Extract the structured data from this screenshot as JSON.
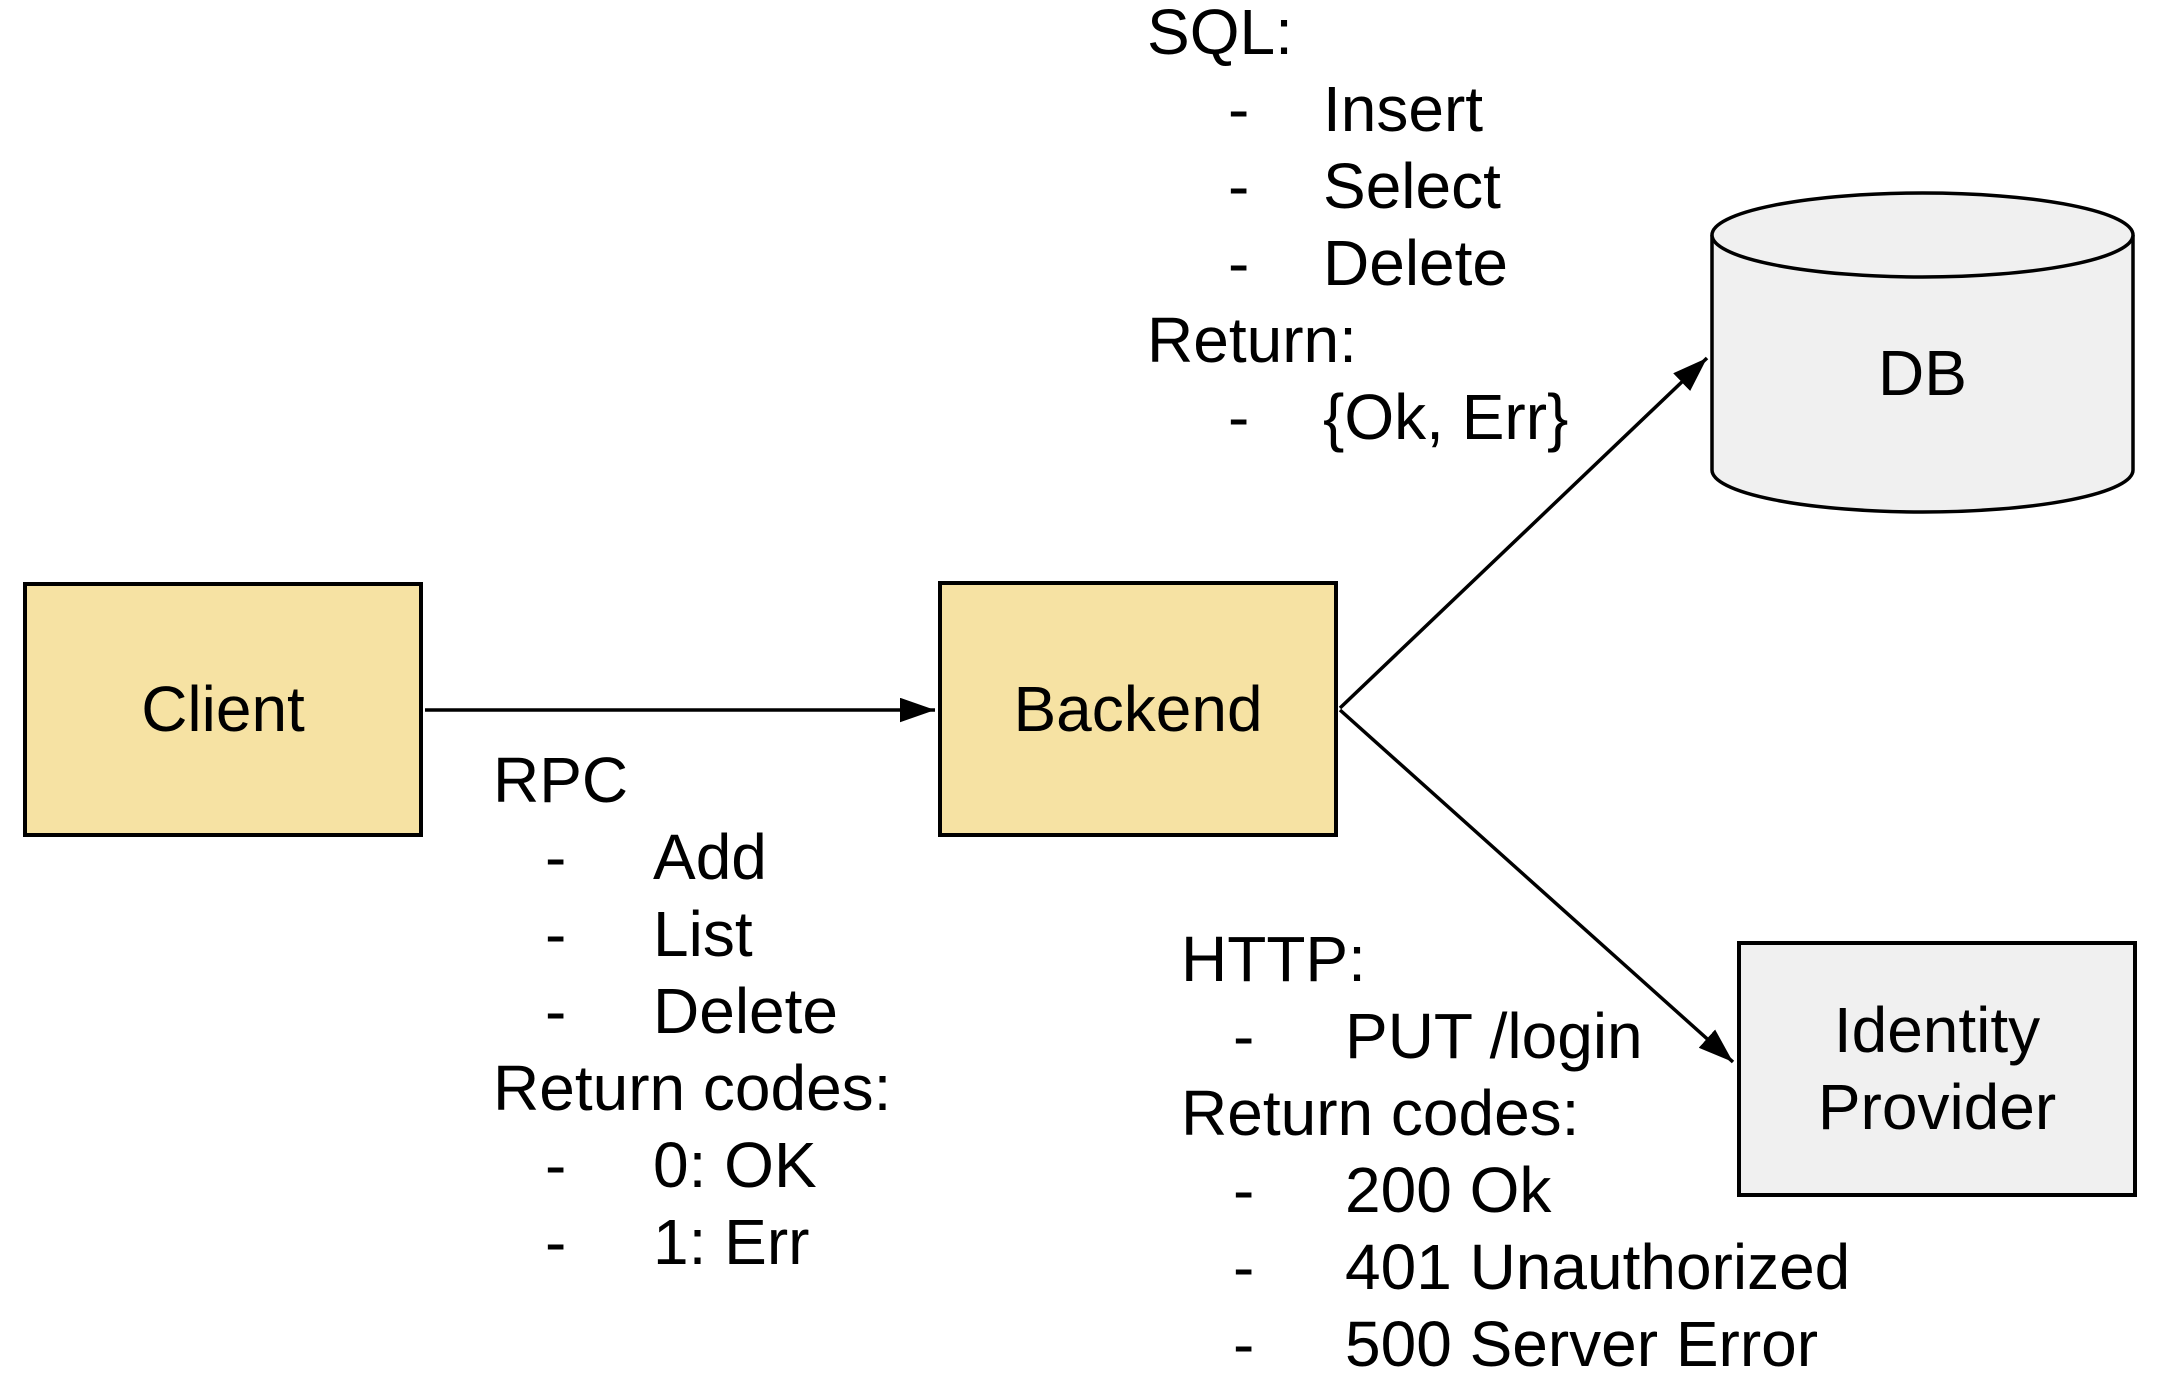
{
  "bullet": "-",
  "nodes": {
    "client": {
      "label": "Client"
    },
    "backend": {
      "label": "Backend"
    },
    "db": {
      "label": "DB"
    },
    "identity_provider": {
      "label": "Identity Provider"
    }
  },
  "notes": {
    "rpc": {
      "heading": "RPC",
      "items_1": [
        "Add",
        "List",
        "Delete"
      ],
      "subheading": "Return codes:",
      "items_2": [
        "0: OK",
        "1: Err"
      ]
    },
    "sql": {
      "heading": "SQL:",
      "items_1": [
        "Insert",
        "Select",
        "Delete"
      ],
      "subheading": "Return:",
      "items_2": [
        "{Ok, Err}"
      ]
    },
    "http": {
      "heading": "HTTP:",
      "items_1": [
        "PUT /login"
      ],
      "subheading": "Return codes:",
      "items_2": [
        "200 Ok",
        "401 Unauthorized",
        "500 Server Error"
      ]
    }
  },
  "edges": {
    "client_to_backend": "Client to Backend",
    "backend_to_db": "Backend to DB",
    "backend_to_identity_provider": "Backend to Identity Provider"
  },
  "colors": {
    "node_fill_yellow": "#F6E2A3",
    "node_fill_gray": "#F0F0F0",
    "stroke": "#000000",
    "background": "#FFFFFF"
  }
}
